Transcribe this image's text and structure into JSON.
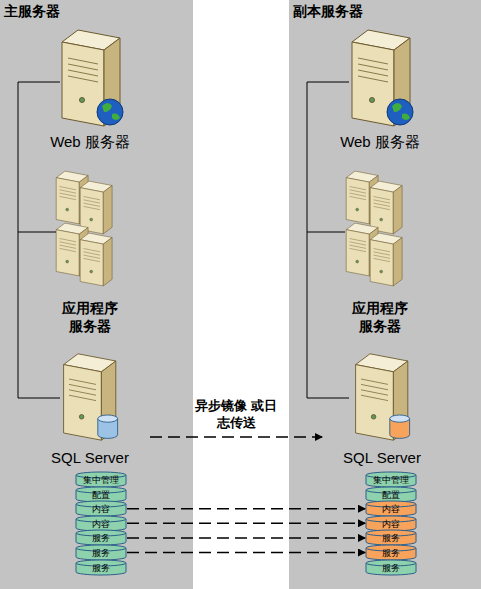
{
  "diagram": {
    "nodes": [
      {
        "text": [
          "主服务器"
        ]
      },
      {
        "text": [
          "Web 服务器"
        ],
        "in": 0
      },
      {
        "text": [
          "应用程序 服务器"
        ],
        "in": 0
      },
      {
        "text": [
          "SQL Server"
        ],
        "in": 0
      },
      {
        "text": [
          "集中管理"
        ],
        "in": 0
      },
      {
        "text": [
          "配置"
        ],
        "in": 0
      },
      {
        "text": [
          "内容"
        ],
        "in": 0
      },
      {
        "text": [
          "内容"
        ],
        "in": 0
      },
      {
        "text": [
          "服务"
        ],
        "in": 0
      },
      {
        "text": [
          "服务"
        ],
        "in": 0
      },
      {
        "text": [
          "服务"
        ],
        "in": 0
      },
      {
        "text": [
          "副本服务器"
        ]
      },
      {
        "text": [
          "Web 服务器"
        ],
        "in": 11
      },
      {
        "text": [
          "应用程序 服务器"
        ],
        "in": 11
      },
      {
        "text": [
          "SQL Server"
        ],
        "in": 11
      },
      {
        "text": [
          "集中管理"
        ],
        "in": 11
      },
      {
        "text": [
          "配置"
        ],
        "in": 11
      },
      {
        "text": [
          "内容"
        ],
        "in": 11
      },
      {
        "text": [
          "内容"
        ],
        "in": 11
      },
      {
        "text": [
          "服务"
        ],
        "in": 11
      },
      {
        "text": [
          "服务"
        ],
        "in": 11
      },
      {
        "text": [
          "服务"
        ],
        "in": 11
      }
    ],
    "edges": [
      {
        "from": 3,
        "to": 14,
        "arrow": "to",
        "label": "异步镜像 或日志传送"
      },
      {
        "from": 6,
        "to": 17,
        "arrow": "to"
      },
      {
        "from": 7,
        "to": 18,
        "arrow": "to"
      },
      {
        "from": 8,
        "to": 19,
        "arrow": "to"
      },
      {
        "from": 9,
        "to": 20,
        "arrow": "to"
      }
    ]
  }
}
